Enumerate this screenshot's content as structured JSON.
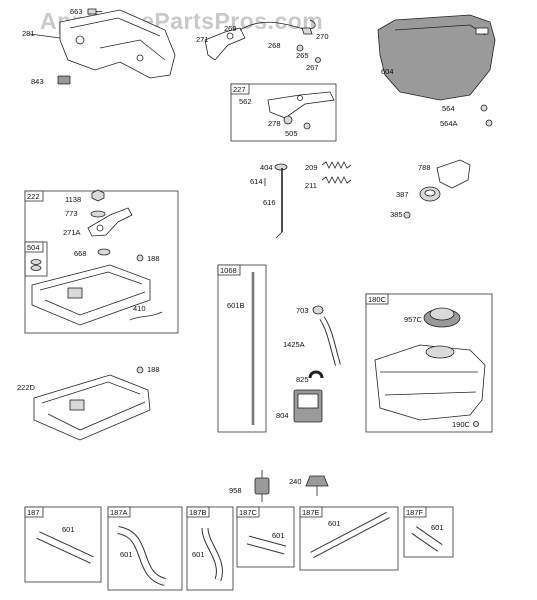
{
  "watermark": "AppliancePartsPros.com",
  "parts": {
    "p663": "663",
    "p281": "281",
    "p843": "843",
    "p271": "271",
    "p269": "269",
    "p268": "268",
    "p265": "265",
    "p270": "270",
    "p267": "267",
    "p604": "604",
    "p564": "564",
    "p564a": "564A",
    "p562": "562",
    "p278": "278",
    "p505": "505",
    "p404": "404",
    "p614": "614",
    "p616": "616",
    "p209": "209",
    "p211": "211",
    "p788": "788",
    "p387": "387",
    "p385": "385",
    "p1138": "1138",
    "p773": "773",
    "p271a": "271A",
    "p668": "668",
    "p188a": "188",
    "p410": "410",
    "p222d": "222D",
    "p188b": "188",
    "p601b": "601B",
    "p703": "703",
    "p1425a": "1425A",
    "p825": "825",
    "p804": "804",
    "p957c": "957C",
    "p190c": "190C",
    "p958": "958",
    "p240": "240",
    "p601_187": "601",
    "p601_187a": "601",
    "p601_187b": "601",
    "p601_187c": "601",
    "p601_187e": "601",
    "p601_187f": "601"
  },
  "boxes": {
    "b227": "227",
    "b222": "222",
    "b504": "504",
    "b1068": "1068",
    "b180c": "180C",
    "b187": "187",
    "b187a": "187A",
    "b187b": "187B",
    "b187c": "187C",
    "b187e": "187E",
    "b187f": "187F"
  }
}
